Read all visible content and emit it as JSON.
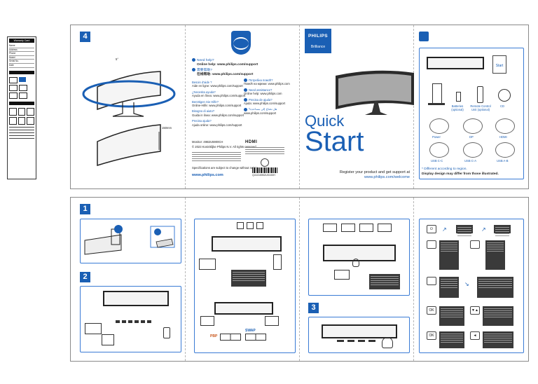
{
  "cover": {
    "brand": "PHILIPS",
    "series": "Brilliance",
    "title_line1": "Quick",
    "title_line2": "Start",
    "register_line1": "Register your product and get support at",
    "register_url": "www.philips.com/welcome"
  },
  "contents": {
    "badge": "Start",
    "items": [
      "Batteries (optional)",
      "Remote Control Unit (optional)",
      "CD",
      "Power",
      "DP",
      "HDMI",
      "USB C-C",
      "USB C-A",
      "USB A-B"
    ],
    "note1": "Different according to region.",
    "note2": "Display design may differ from those illustrated."
  },
  "support": {
    "heading": "Need help?",
    "online_help": "Online help: www.philips.com/support",
    "zh_heading": "需要帮助?",
    "zh_online": "在线帮助: www.philips.com/support",
    "entries": [
      "Besoin d'aide ?",
      "Aide en ligne: www.philips.com/support",
      "¿Necesita ayuda?",
      "Ayuda en línea: www.philips.com/support",
      "Benötigen Sie Hilfe?",
      "Online-Hilfe: www.philips.com/support",
      "Bisogno di aiuto?",
      "Guida in linea: www.philips.com/support",
      "Precisa ajuda?",
      "Ajuda online: www.philips.com/support"
    ],
    "model": "Monitor: 49B2U5900CH",
    "copyright": "© 2023 Koninklijke Philips N.V. All rights reserved.",
    "specs": "Specifications are subject to change without notice.",
    "url": "www.philips.com",
    "hdmi_logo": "HDMI",
    "barcode_text": "Q41G49B2U0100H"
  },
  "steps": {
    "s4": "4",
    "s1": "1",
    "s2": "2",
    "s3": "3",
    "tilt_label": "5°",
    "height_label": "150mm",
    "pbp": "PBP",
    "swap": "SWAP"
  },
  "osd": {
    "buttons": [
      "⏻",
      "OK",
      "◄",
      "▼▲"
    ]
  },
  "warranty_card": {
    "title": "Warranty Card",
    "rows": [
      "Name",
      "Address",
      "Phone",
      "Model",
      "Serial No.",
      "Date"
    ]
  }
}
